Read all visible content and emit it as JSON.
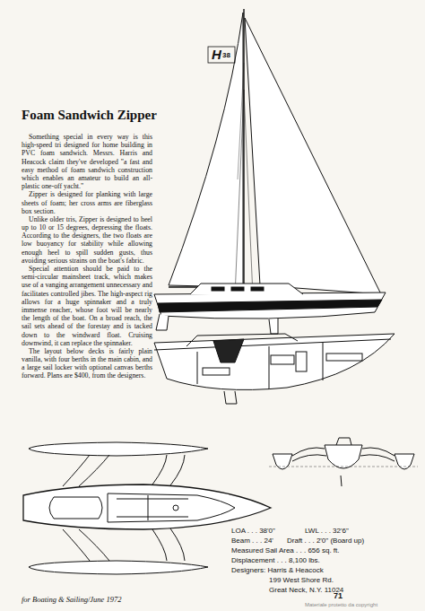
{
  "diagram": {
    "title": "Foam Sandwich Zipper",
    "labels": [
      "Something special in every way is this high-speed tri designed for home building in PVC foam sandwich. Messrs. Harris and Heacock claim they've developed \"a fast and easy method of foam sandwich construction which enables an amateur to build an all-plastic one-off yacht.\"",
      "Zipper is designed for planking with large sheets of foam; her cross arms are fiberglass box section.",
      "Unlike older tris, Zipper is designed to heel up to 10 or 15 degrees, depressing the floats. According to the designers, the two floats are low buoyancy for stability while allowing enough heel to spill sudden gusts, thus avoiding serious strains on the boat's fabric.",
      "Special attention should be paid to the semi-circular mainsheet track, which makes use of a vanging arrangement unnecessary and facilitates controlled jibes. The high-aspect rig allows for a huge spinnaker and a truly immense reacher, whose foot will be nearly the length of the boat. On a broad reach, the sail sets ahead of the forestay and is tacked down to the windward float. Cruising downwind, it can replace the spinnaker.",
      "The layout below decks is fairly plain vanilla, with four berths in the main cabin, and a large sail locker with optional canvas berths forward. Plans are $400, from the designers.",
      "H",
      "38",
      "LOA . . . 38'0\"",
      "LWL . . . 32'6\"",
      "Beam . . . 24'",
      "Draft . . . 2'0\" (Board up)",
      "Measured Sail Area . . . 656 sq. ft.",
      "Displacement . . . 8,100 lbs.",
      "Designers: Harris & Heacock",
      "199 West Shore Rd.",
      "Great Neck, N.Y. 11024",
      "for Boating & Sailing/June 1972",
      "71",
      "Materiale protetto da copyright"
    ]
  }
}
